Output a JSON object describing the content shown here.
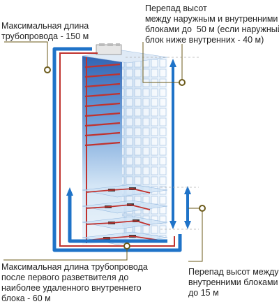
{
  "labels": {
    "max_pipe_length": "Максимальная длина\nтрубопровода - 150 м",
    "height_outdoor_indoor": "Перепад высот\nмежду наружным и внутренними\nблоками до  50 м (если наружный\nблок ниже внутренних - 40 м)",
    "max_length_after_branch": "Максимальная длина трубопровода\nпосле первого разветвителя до\nнаиболее удаленного внутреннего\nблока - 60 м",
    "height_between_indoor": "Перепад высот между\nвнутренними блоками\nдо 15 м"
  },
  "colors": {
    "pipe_blue": "#1f73c8",
    "pipe_red": "#c0322e",
    "callout": "#6b5a1a",
    "building_blue": "#2f6fb8"
  }
}
